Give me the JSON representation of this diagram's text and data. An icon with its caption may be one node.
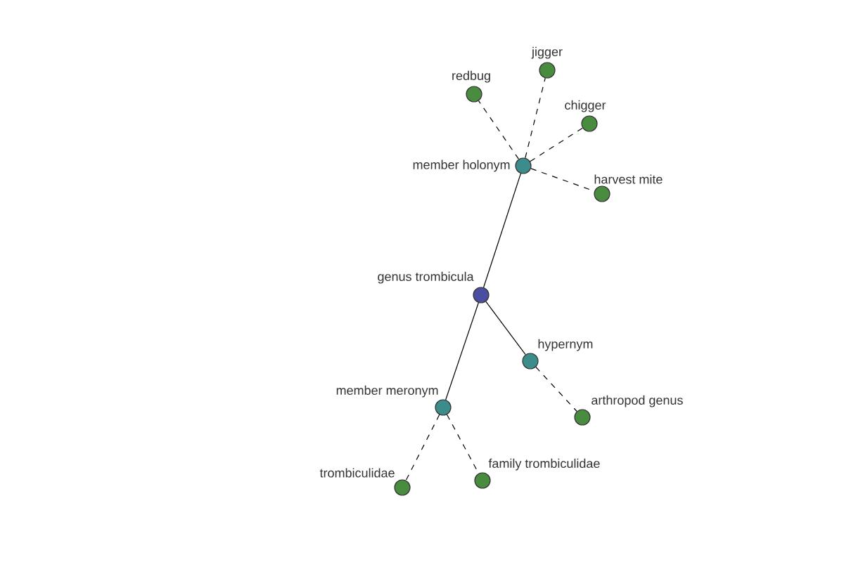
{
  "diagram": {
    "nodes": [
      {
        "text": [
          "jigger"
        ]
      },
      {
        "text": [
          "redbug"
        ]
      },
      {
        "text": [
          "chigger"
        ]
      },
      {
        "text": [
          "member holonym"
        ]
      },
      {
        "text": [
          "harvest mite"
        ]
      },
      {
        "text": [
          "genus trombicula"
        ]
      },
      {
        "text": [
          "hypernym"
        ]
      },
      {
        "text": [
          "member meronym"
        ]
      },
      {
        "text": [
          "arthropod genus"
        ]
      },
      {
        "text": [
          "trombiculidae"
        ]
      },
      {
        "text": [
          "family trombiculidae"
        ]
      }
    ],
    "edges": [
      {
        "from": 5,
        "to": 3,
        "arrow": "none"
      },
      {
        "from": 3,
        "to": 0,
        "arrow": "none",
        "style": "dashed"
      },
      {
        "from": 3,
        "to": 1,
        "arrow": "none",
        "style": "dashed"
      },
      {
        "from": 3,
        "to": 2,
        "arrow": "none",
        "style": "dashed"
      },
      {
        "from": 3,
        "to": 4,
        "arrow": "none",
        "style": "dashed"
      },
      {
        "from": 5,
        "to": 6,
        "arrow": "none"
      },
      {
        "from": 6,
        "to": 8,
        "arrow": "none",
        "style": "dashed"
      },
      {
        "from": 5,
        "to": 7,
        "arrow": "none"
      },
      {
        "from": 7,
        "to": 9,
        "arrow": "none",
        "style": "dashed"
      },
      {
        "from": 7,
        "to": 10,
        "arrow": "none",
        "style": "dashed"
      }
    ]
  }
}
